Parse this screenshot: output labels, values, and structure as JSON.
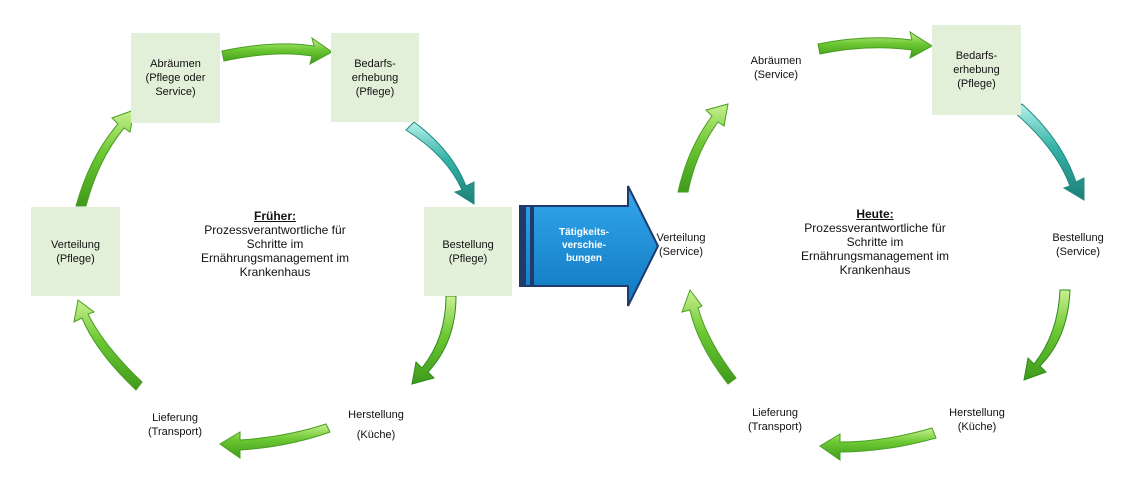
{
  "left_cycle": {
    "title": "Früher:",
    "description": [
      "Prozessverantwortliche für",
      "Schritte im",
      "Ernährungsmanagement im",
      "Krankenhaus"
    ],
    "steps": {
      "abraeumen": [
        "Abräumen",
        "(Pflege oder",
        "Service)"
      ],
      "bedarfserhebung": [
        "Bedarfs-",
        "erhebung",
        "(Pflege)"
      ],
      "bestellung": [
        "Bestellung",
        "(Pflege)"
      ],
      "herstellung": [
        "Herstellung",
        "(Küche)"
      ],
      "lieferung": [
        "Lieferung",
        "(Transport)"
      ],
      "verteilung": [
        "Verteilung",
        "(Pflege)"
      ]
    }
  },
  "shift_arrow": {
    "label": [
      "Tätigkeits-",
      "verschie-",
      "bungen"
    ]
  },
  "right_cycle": {
    "title": "Heute:",
    "description": [
      "Prozessverantwortliche für",
      "Schritte im",
      "Ernährungsmanagement im",
      "Krankenhaus"
    ],
    "steps": {
      "abraeumen": [
        "Abräumen",
        "(Service)"
      ],
      "bedarfserhebung": [
        "Bedarfs-",
        "erhebung",
        "(Pflege)"
      ],
      "bestellung": [
        "Bestellung",
        "(Service)"
      ],
      "herstellung": [
        "Herstellung",
        "(Küche)"
      ],
      "lieferung": [
        "Lieferung",
        "(Transport)"
      ],
      "verteilung": [
        "Verteilung",
        "(Service)"
      ]
    }
  },
  "colors": {
    "highlight_box": "#e2f0d9",
    "arrow_green": "#5fbf2a",
    "arrow_green_light": "#a9e06a",
    "arrow_teal": "#2aa39a",
    "arrow_teal_light": "#8fe3d8",
    "shift_arrow": "#1a8fd6",
    "shift_arrow_dark": "#1f3a6b"
  }
}
